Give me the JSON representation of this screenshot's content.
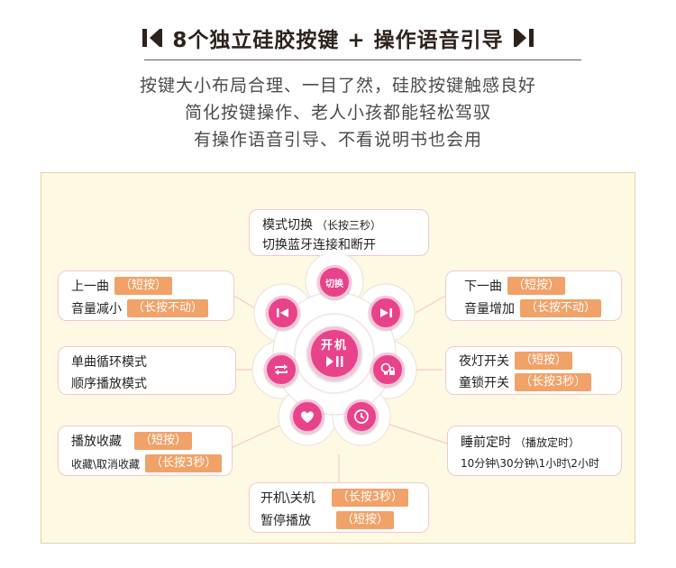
{
  "header": {
    "title": "8个独立硅胶按键 + 操作语音引导",
    "subtitle_lines": [
      "按键大小布局合理、一目了然，硅胶按键触感良好",
      "简化按键操作、老人小孩都能轻松驾驭",
      "有操作语音引导、不看说明书也会用"
    ]
  },
  "colors": {
    "accent_pink": "#e8438a",
    "tag_orange": "#f0a268",
    "panel_bg": "#fef9e2",
    "box_border": "#f1c8cf"
  },
  "boxes": {
    "mode": {
      "line1": "模式切换",
      "note": "（长按三秒）",
      "line2": "切换蓝牙连接和断开"
    },
    "prev": {
      "line1": "上一曲",
      "tag1": "（短按）",
      "line2": "音量减小",
      "tag2": "（长按不动）"
    },
    "next": {
      "line1": "下一曲",
      "tag1": "（短按）",
      "line2": "音量增加",
      "tag2": "（长按不动）"
    },
    "loop": {
      "line1": "单曲循环模式",
      "line2": "顺序播放模式"
    },
    "light": {
      "line1": "夜灯开关",
      "tag1": "（短按）",
      "line2": "童锁开关",
      "tag2": "（长按3秒）"
    },
    "fav": {
      "line1": "播放收藏",
      "tag1": "（短按）",
      "line2": "收藏\\取消收藏",
      "tag2": "（长按3秒）"
    },
    "sleep": {
      "line1": "睡前定时",
      "note": "（播放定时）",
      "line2": "10分钟\\30分钟\\1小时\\2小时"
    },
    "power": {
      "line1": "开机\\关机",
      "tag1": "（长按3秒）",
      "line2": "暂停播放",
      "tag2": "（短按）"
    }
  },
  "buttons": {
    "switch_label": "切换",
    "center_label": "开机",
    "icons": {
      "switch": "switch-text-icon",
      "prev": "previous-track-icon",
      "next": "next-track-icon",
      "loop": "repeat-icon",
      "light": "bulb-lock-icon",
      "fav": "heart-icon",
      "sleep": "clock-icon",
      "play_pause": "play-pause-icon"
    }
  }
}
